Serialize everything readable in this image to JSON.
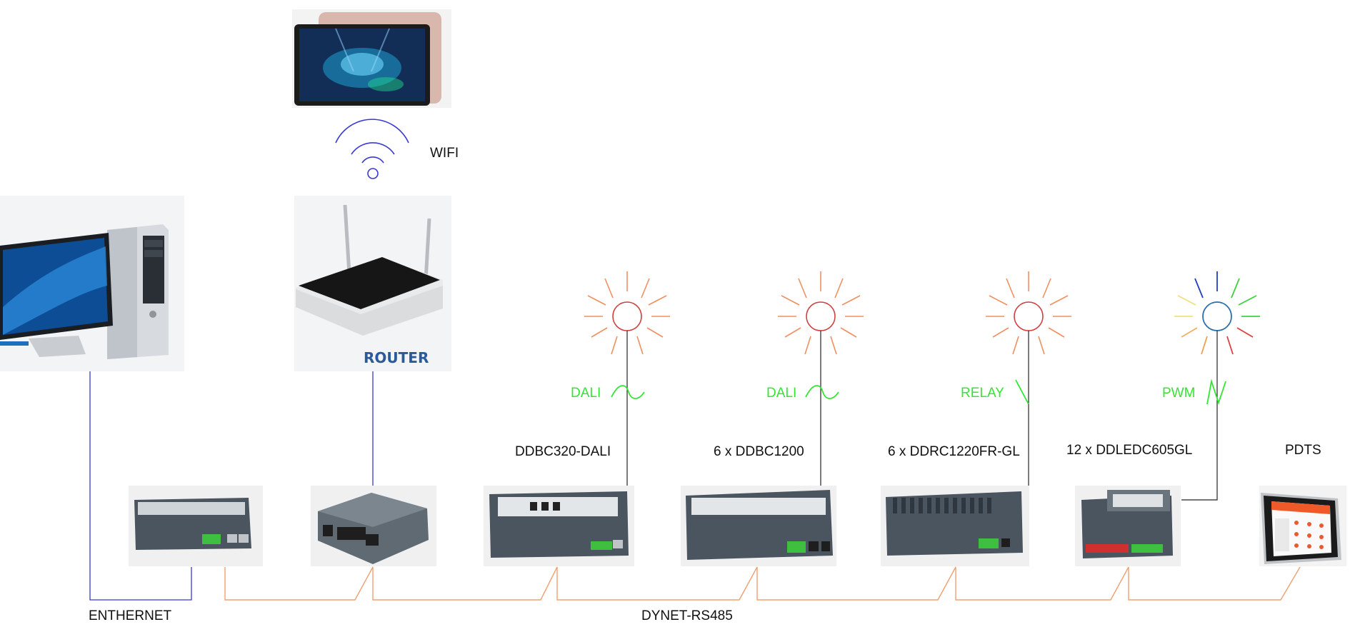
{
  "labels": {
    "wifi": "WIFI",
    "ethernet": "ENTHERNET",
    "bus": "DYNET-RS485",
    "router_logo": "ROUTER",
    "dev1": "DDBC320-DALI",
    "dev2": "6 x DDBC1200",
    "dev3": "6 x DDRC1220FR-GL",
    "dev4": "12 x DDLEDC605GL",
    "dev5": "PDTS"
  },
  "signals": {
    "s1": "DALI",
    "s2": "DALI",
    "s3": "RELAY",
    "s4": "PWM"
  },
  "colors": {
    "signal": "#33e633",
    "ethernet_line": "#3a3ad0",
    "bus_line": "#f0a070",
    "lamp_ray": "#f09060",
    "lamp_ring": "#d04040",
    "rgb_ring": "#2a6fb0",
    "device_body": "#4a5560"
  },
  "icons": [
    "tablet-icon",
    "wifi-icon",
    "computer-icon",
    "router-icon",
    "lamp-icon",
    "touch-panel-icon"
  ]
}
